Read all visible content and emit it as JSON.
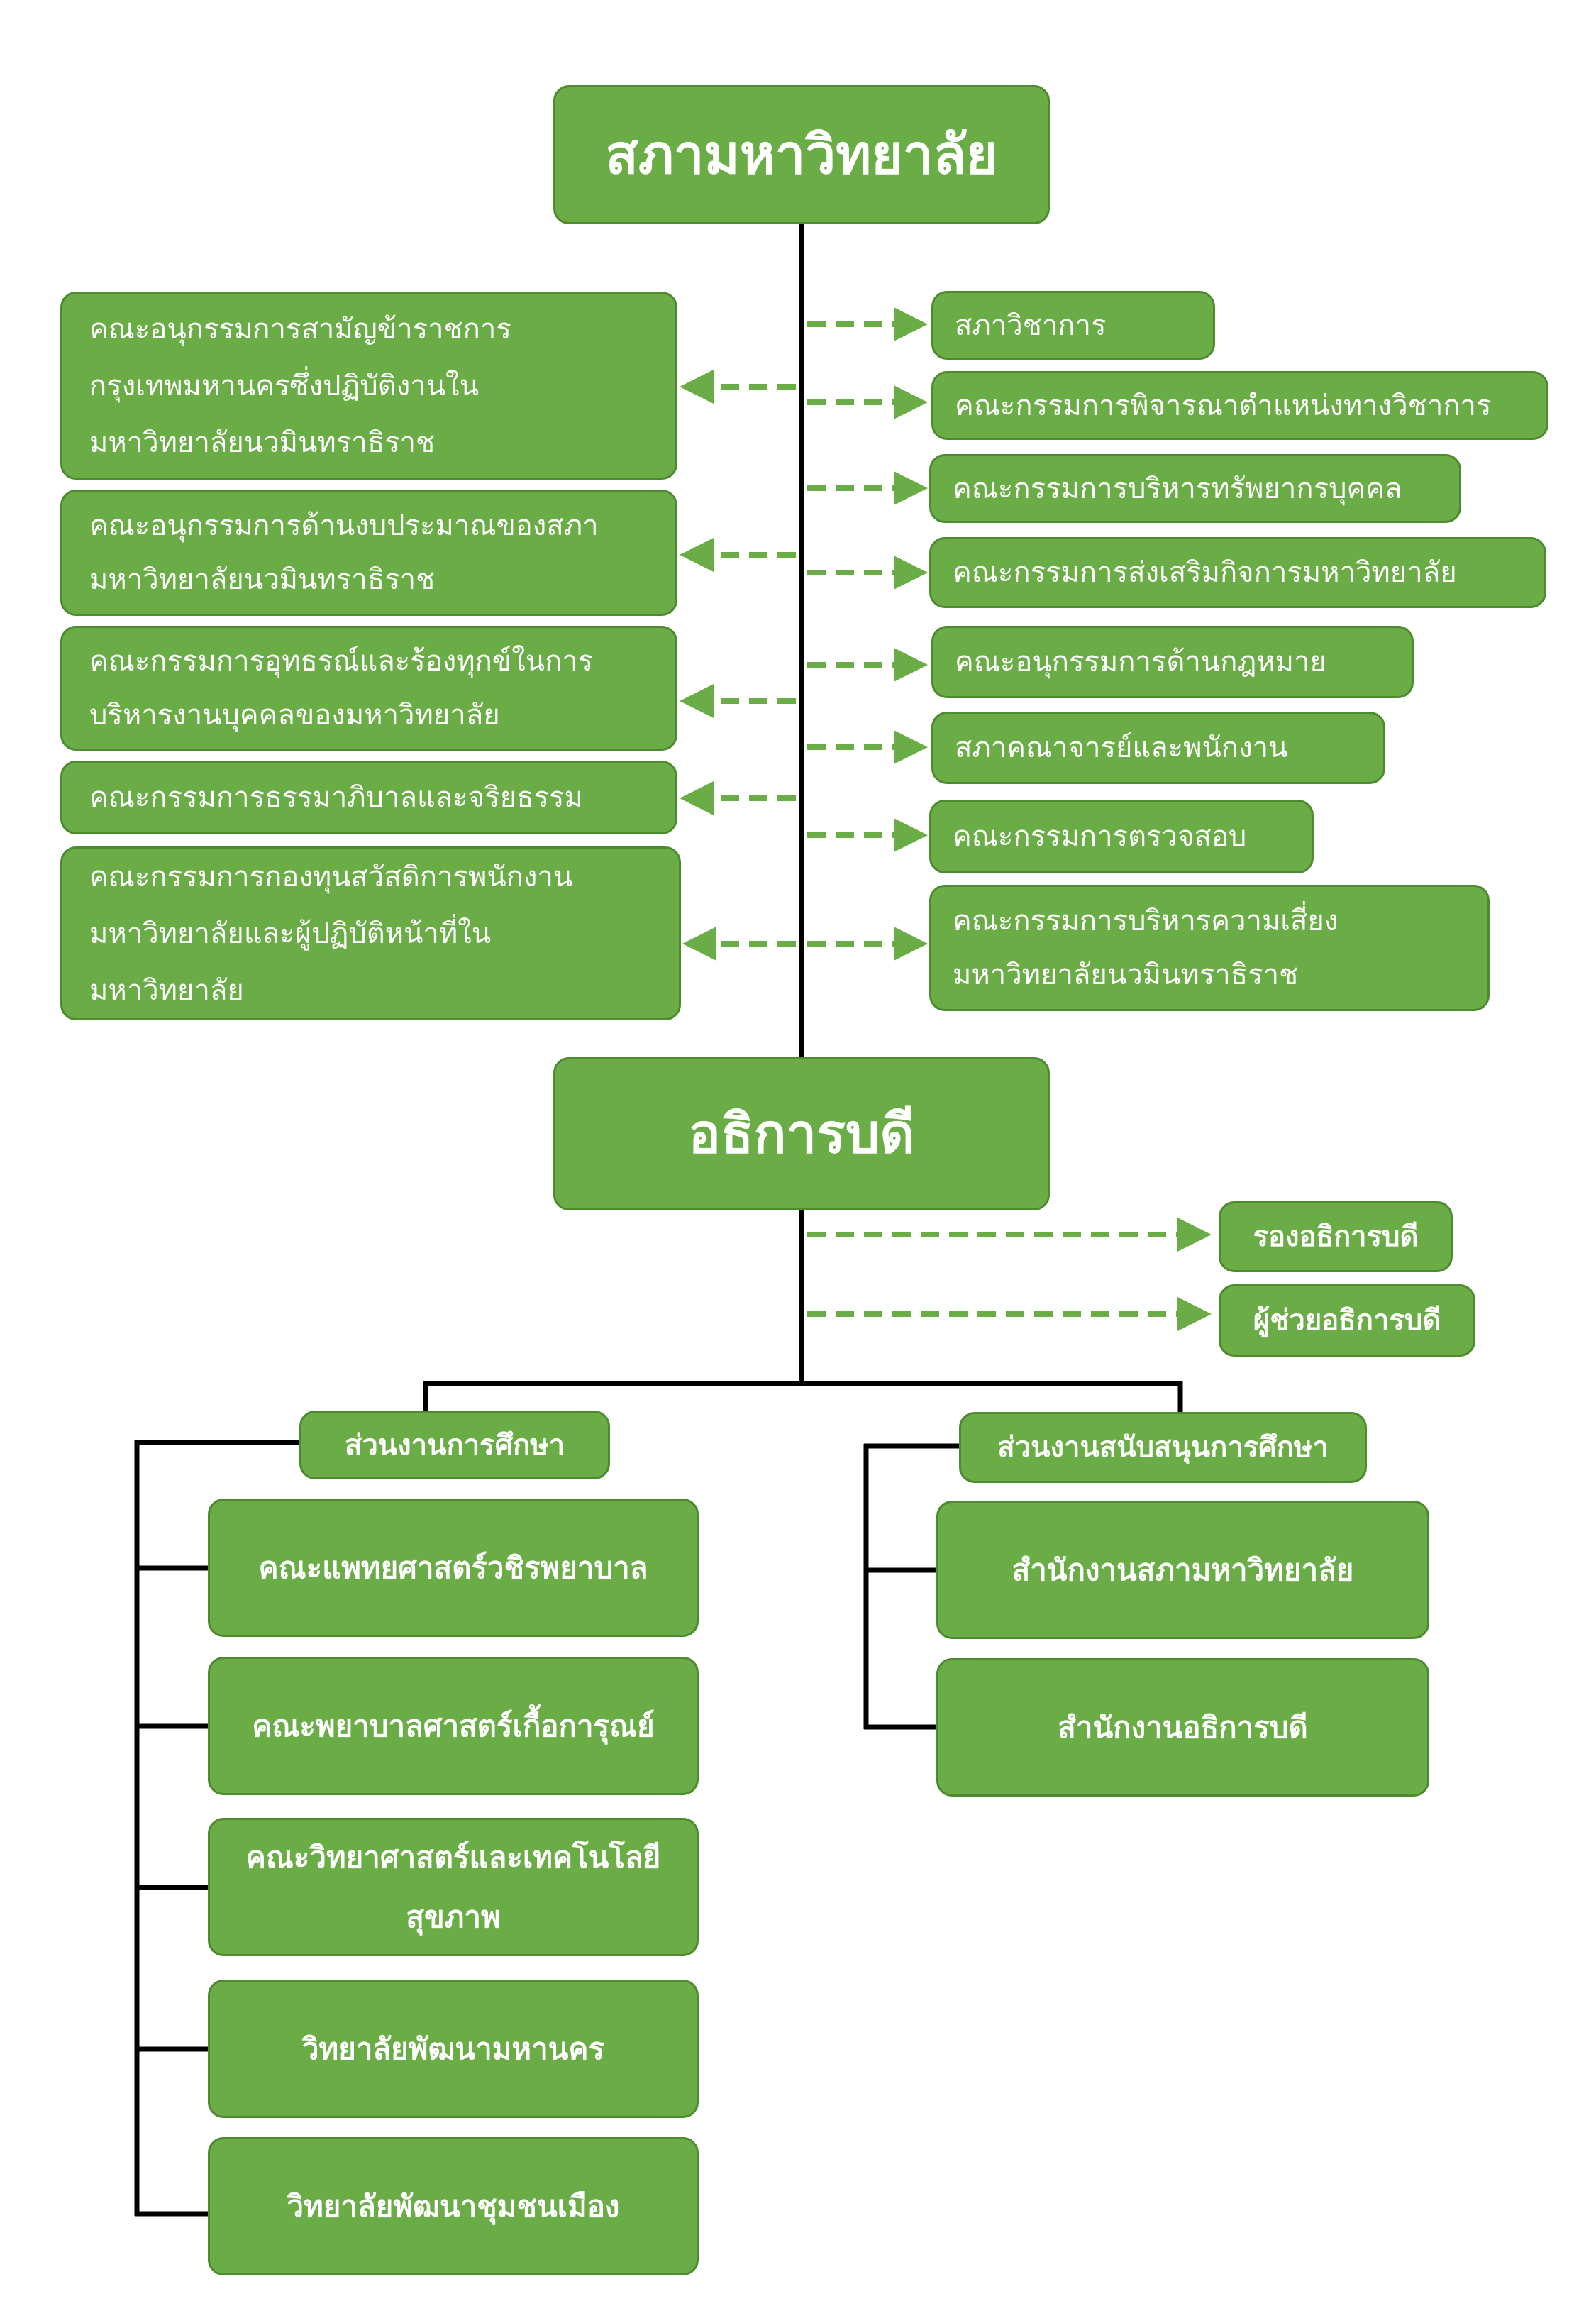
{
  "council": {
    "title": "สภามหาวิทยาลัย"
  },
  "council_left": [
    {
      "label": "คณะอนุกรรมการสามัญข้าราชการ\nกรุงเทพมหานครซึ่งปฏิบัติงานใน\nมหาวิทยาลัยนวมินทราธิราช"
    },
    {
      "label": "คณะอนุกรรมการด้านงบประมาณของสภา\nมหาวิทยาลัยนวมินทราธิราช"
    },
    {
      "label": "คณะกรรมการอุทธรณ์และร้องทุกข์ในการ\nบริหารงานบุคคลของมหาวิทยาลัย"
    },
    {
      "label": "คณะกรรมการธรรมาภิบาลและจริยธรรม"
    },
    {
      "label": "คณะกรรมการกองทุนสวัสดิการพนักงาน\nมหาวิทยาลัยและผู้ปฏิบัติหน้าที่ใน\nมหาวิทยาลัย"
    }
  ],
  "council_right": [
    {
      "label": "สภาวิชาการ"
    },
    {
      "label": "คณะกรรมการพิจารณาตำแหน่งทางวิชาการ"
    },
    {
      "label": "คณะกรรมการบริหารทรัพยากรบุคคล"
    },
    {
      "label": "คณะกรรมการส่งเสริมกิจการมหาวิทยาลัย"
    },
    {
      "label": "คณะอนุกรรมการด้านกฎหมาย"
    },
    {
      "label": "สภาคณาจารย์และพนักงาน"
    },
    {
      "label": "คณะกรรมการตรวจสอบ"
    },
    {
      "label": "คณะกรรมการบริหารความเสี่ยง\nมหาวิทยาลัยนวมินทราธิราช"
    }
  ],
  "president": {
    "title": "อธิการบดี"
  },
  "president_aides": [
    {
      "label": "รองอธิการบดี"
    },
    {
      "label": "ผู้ช่วยอธิการบดี"
    }
  ],
  "academic": {
    "header": "ส่วนงานการศึกษา",
    "units": [
      {
        "label": "คณะแพทยศาสตร์วชิรพยาบาล"
      },
      {
        "label": "คณะพยาบาลศาสตร์เกื้อการุณย์"
      },
      {
        "label": "คณะวิทยาศาสตร์และเทคโนโลยี\nสุขภาพ"
      },
      {
        "label": "วิทยาลัยพัฒนามหานคร"
      },
      {
        "label": "วิทยาลัยพัฒนาชุมชนเมือง"
      }
    ]
  },
  "support": {
    "header": "ส่วนงานสนับสนุนการศึกษา",
    "units": [
      {
        "label": "สำนักงานสภามหาวิทยาลัย"
      },
      {
        "label": "สำนักงานอธิการบดี"
      }
    ]
  },
  "colors": {
    "box_fill": "#6aac45",
    "box_border": "#4e8a2f",
    "connector": "#000000",
    "dashed_arrow": "#6aac45"
  }
}
